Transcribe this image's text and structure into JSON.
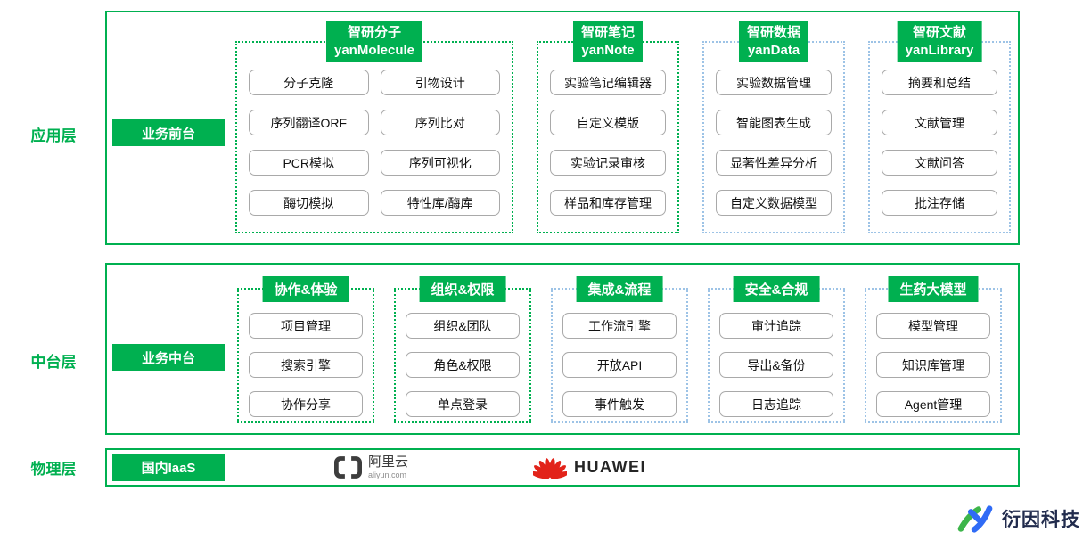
{
  "colors": {
    "green": "#00B050",
    "blue_dotted": "#9DC3E6",
    "huawei_red": "#E2231A",
    "brand_navy": "#212B4D",
    "brand_green": "#3DB54A",
    "brand_blue": "#2F6BF6"
  },
  "app_layer": {
    "label": "应用层",
    "front_label": "业务前台",
    "groups": [
      {
        "title_cn": "智研分子",
        "title_en": "yanMolecule",
        "border": "green",
        "columns": 2,
        "items": [
          "分子克隆",
          "引物设计",
          "序列翻译ORF",
          "序列比对",
          "PCR模拟",
          "序列可视化",
          "酶切模拟",
          "特性库/酶库"
        ]
      },
      {
        "title_cn": "智研笔记",
        "title_en": "yanNote",
        "border": "green",
        "columns": 1,
        "items": [
          "实验笔记编辑器",
          "自定义模版",
          "实验记录审核",
          "样品和库存管理"
        ]
      },
      {
        "title_cn": "智研数据",
        "title_en": "yanData",
        "border": "blue",
        "columns": 1,
        "items": [
          "实验数据管理",
          "智能图表生成",
          "显著性差异分析",
          "自定义数据模型"
        ]
      },
      {
        "title_cn": "智研文献",
        "title_en": "yanLibrary",
        "border": "blue",
        "columns": 1,
        "items": [
          "摘要和总结",
          "文献管理",
          "文献问答",
          "批注存储"
        ]
      }
    ]
  },
  "mid_layer": {
    "label": "中台层",
    "front_label": "业务中台",
    "groups": [
      {
        "title": "协作&体验",
        "border": "green",
        "items": [
          "项目管理",
          "搜索引擎",
          "协作分享"
        ]
      },
      {
        "title": "组织&权限",
        "border": "green",
        "items": [
          "组织&团队",
          "角色&权限",
          "单点登录"
        ]
      },
      {
        "title": "集成&流程",
        "border": "blue",
        "items": [
          "工作流引擎",
          "开放API",
          "事件触发"
        ]
      },
      {
        "title": "安全&合规",
        "border": "blue",
        "items": [
          "审计追踪",
          "导出&备份",
          "日志追踪"
        ]
      },
      {
        "title": "生药大模型",
        "border": "blue",
        "items": [
          "模型管理",
          "知识库管理",
          "Agent管理"
        ]
      }
    ]
  },
  "physical_layer": {
    "label": "物理层",
    "front_label": "国内IaaS",
    "vendors": [
      {
        "name": "阿里云",
        "sub": "aliyun.com",
        "icon": "aliyun-brackets-icon"
      },
      {
        "name": "HUAWEI",
        "icon": "huawei-flower-icon"
      }
    ]
  },
  "footer": {
    "brand": "衍因科技",
    "icon": "yanyin-logo-icon"
  }
}
